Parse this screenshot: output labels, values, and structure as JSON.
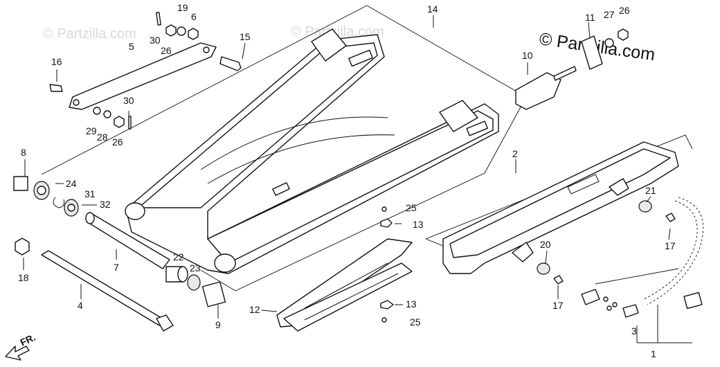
{
  "diagram": {
    "watermark_left": "© Partzilla.com",
    "watermark_center": "© Partzilla.com",
    "brand": "© Partzilla.com",
    "front_label": "FR.",
    "callouts": {
      "c1": "1",
      "c2": "2",
      "c3": "3",
      "c4": "4",
      "c5": "5",
      "c6": "6",
      "c7": "7",
      "c8": "8",
      "c9": "9",
      "c10": "10",
      "c11": "11",
      "c12": "12",
      "c13a": "13",
      "c13b": "13",
      "c14": "14",
      "c15": "15",
      "c16": "16",
      "c17a": "17",
      "c17b": "17",
      "c18": "18",
      "c19": "19",
      "c20": "20",
      "c21": "21",
      "c22": "22",
      "c23": "23",
      "c24": "24",
      "c25a": "25",
      "c25b": "25",
      "c26a": "26",
      "c26b": "26",
      "c26c": "26",
      "c27": "27",
      "c28": "28",
      "c29": "29",
      "c30a": "30",
      "c30b": "30",
      "c31": "31",
      "c32": "32"
    }
  }
}
